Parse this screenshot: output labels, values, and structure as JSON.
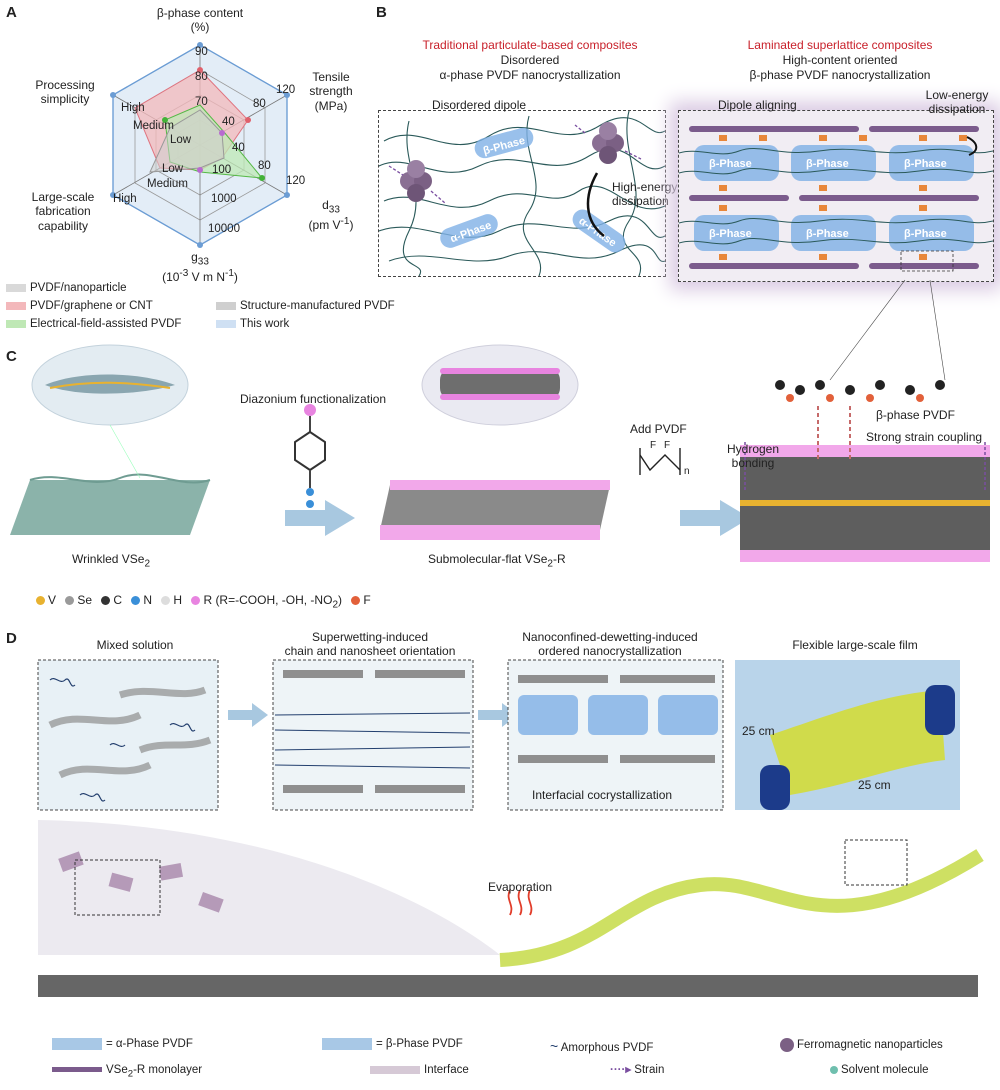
{
  "panels": {
    "a": "A",
    "b": "B",
    "c": "C",
    "d": "D"
  },
  "radar": {
    "axes": [
      {
        "line1": "β-phase content",
        "line2": "(%)"
      },
      {
        "line1": "Tensile",
        "line2": "strength",
        "line3": "(MPa)"
      },
      {
        "line1": "d",
        "sub": "33",
        "line2": "(pm V",
        "sup": "-1",
        "close": ")"
      },
      {
        "line1": "g",
        "sub": "33",
        "line2": "(10",
        "sup": "-3",
        "mid": " V m N",
        "sup2": "-1",
        "close": ")"
      },
      {
        "line1": "Large-scale",
        "line2": "fabrication",
        "line3": "capability"
      },
      {
        "line1": "Processing",
        "line2": "simplicity"
      }
    ],
    "ticks": {
      "beta": [
        "90",
        "80",
        "70"
      ],
      "tensile": [
        "120",
        "80",
        "40"
      ],
      "d33": [
        "120",
        "80",
        "40"
      ],
      "g33": [
        "100",
        "1000",
        "10000"
      ],
      "large": [
        "Low",
        "Medium",
        "High"
      ],
      "proc": [
        "High",
        "Medium",
        "Low"
      ]
    },
    "legend": [
      {
        "label": "PVDF/nanoparticle",
        "color": "#d9d9d9"
      },
      {
        "label": "PVDF/graphene or CNT",
        "color": "#f3b8bb"
      },
      {
        "label": "Electrical-field-assisted PVDF",
        "color": "#bfe8b5"
      },
      {
        "label": "Structure-manufactured PVDF",
        "color": "#cfcfcf"
      },
      {
        "label": "This work",
        "color": "#cfe0f3"
      }
    ]
  },
  "b": {
    "left_title": "Traditional  particulate-based composites",
    "left_sub1": "Disordered",
    "left_sub2": "α-phase PVDF nanocrystallization",
    "right_title": "Laminated superlattice composites",
    "right_sub1": "High-content oriented",
    "right_sub2": "β-phase PVDF nanocrystallization",
    "disordered_dipole": "Disordered dipole",
    "high_energy1": "High-energy",
    "high_energy2": "dissipation",
    "alpha_phase": "α-Phase",
    "beta_phase": "β-Phase",
    "dipole_aligning": "Dipole aligning",
    "low_energy1": "Low-energy",
    "low_energy2": "dissipation"
  },
  "c": {
    "diazonium": "Diazonium functionalization",
    "wrinkled": "Wrinkled VSe",
    "wrinkled_sub": "2",
    "flat": "Submolecular-flat VSe",
    "flat_sub": "2",
    "flat_suffix": "-R",
    "add_pvdf": "Add PVDF",
    "f": "F",
    "n": "n",
    "hydrogen1": "Hydrogen",
    "hydrogen2": "bonding",
    "beta_pvdf": "β-phase PVDF",
    "strain_coupling": "Strong strain coupling",
    "atoms": [
      {
        "label": "V",
        "color": "#e8b230"
      },
      {
        "label": "Se",
        "color": "#9a9a9a"
      },
      {
        "label": "C",
        "color": "#333333"
      },
      {
        "label": "N",
        "color": "#3a8fd8"
      },
      {
        "label": "H",
        "color": "#dddddd"
      },
      {
        "label": "R (R=-COOH, -OH, -NO",
        "sub": "2",
        "close": ")",
        "color": "#e884e0"
      },
      {
        "label": "F",
        "color": "#e2603a"
      }
    ]
  },
  "d": {
    "mixed": "Mixed solution",
    "super1": "Superwetting-induced",
    "super2": "chain and nanosheet  orientation",
    "nano1": "Nanoconfined-dewetting-induced",
    "nano2": "ordered nanocrystallization",
    "flex": "Flexible large-scale film",
    "cm_a": "25 cm",
    "cm_b": "25 cm",
    "cocryst": "Interfacial cocrystallization",
    "evap": "Evaporation"
  },
  "legend_bottom": {
    "alpha": "= α-Phase PVDF",
    "beta": "= β-Phase PVDF",
    "amorphous": "Amorphous PVDF",
    "ferro": "Ferromagnetic nanoparticles",
    "vse_pre": "VSe",
    "vse_sub": "2",
    "vse_post": "-R monolayer",
    "interface": "Interface",
    "strain": "Strain",
    "solvent": "Solvent molecule"
  }
}
